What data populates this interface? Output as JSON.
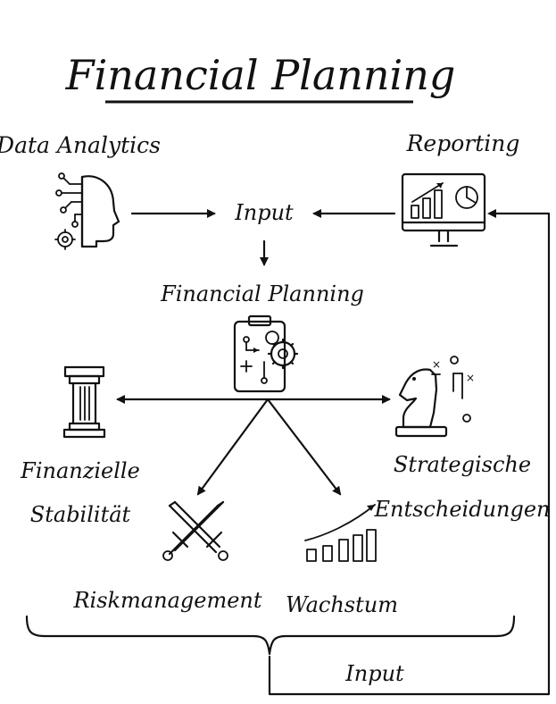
{
  "title": "Financial Planning",
  "nodes": {
    "data_analytics": "Data Analytics",
    "reporting": "Reporting",
    "input_top": "Input",
    "financial_planning": "Financial Planning",
    "finanzielle_line1": "Finanzielle",
    "finanzielle_line2": "Stabilität",
    "strategische_line1": "Strategische",
    "strategische_line2": "Entscheidungen",
    "riskmanagement": "Riskmanagement",
    "wachstum": "Wachstum",
    "input_bottom": "Input"
  },
  "icons": {
    "data_analytics": "ai-head-circuit-icon",
    "reporting": "monitor-chart-icon",
    "financial_planning": "clipboard-gear-icon",
    "finanzielle": "pillar-icon",
    "strategische": "chess-knight-strategy-icon",
    "riskmanagement": "crossed-swords-icon",
    "wachstum": "growth-bars-icon"
  }
}
